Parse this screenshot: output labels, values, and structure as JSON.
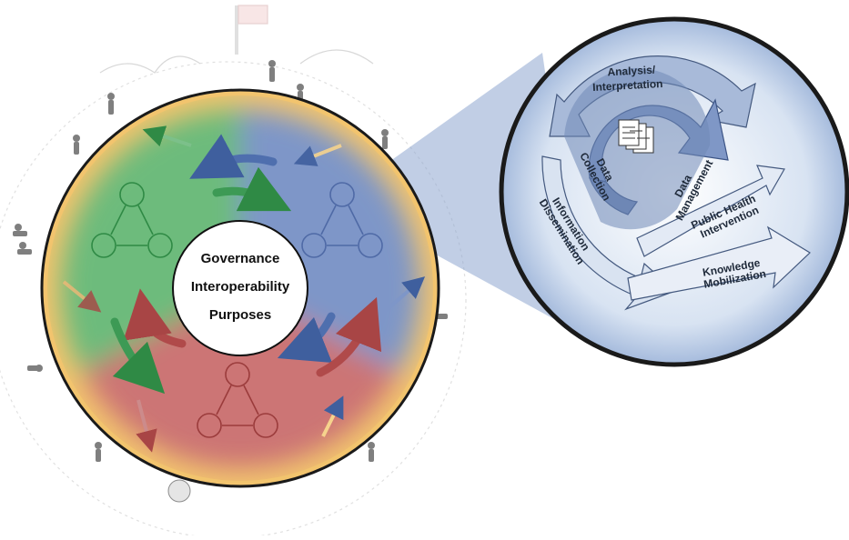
{
  "center": {
    "line1": "Governance",
    "line2": "Interoperability",
    "line3": "Purposes"
  },
  "cycle": {
    "analysis_line1": "Analysis/",
    "analysis_line2": "Interpretation",
    "data_collection_line1": "Data",
    "data_collection_line2": "Collection",
    "data_management_line1": "Data",
    "data_management_line2": "Management",
    "information_dissemination_line1": "Information",
    "information_dissemination_line2": "Dissemination",
    "public_health_line1": "Public Health",
    "public_health_line2": "Intervention",
    "knowledge_line1": "Knowledge",
    "knowledge_line2": "Mobilization"
  },
  "colors": {
    "ring_yellow": "#f0c26a",
    "sector_green": "#6fba7c",
    "sector_blue": "#7f97c7",
    "sector_red": "#cf7575",
    "cycle_bg": "#b9cbe6",
    "cycle_dark": "#6d86b4",
    "cycle_mid": "#9fb2d4",
    "cycle_light": "#d9e3f1"
  }
}
